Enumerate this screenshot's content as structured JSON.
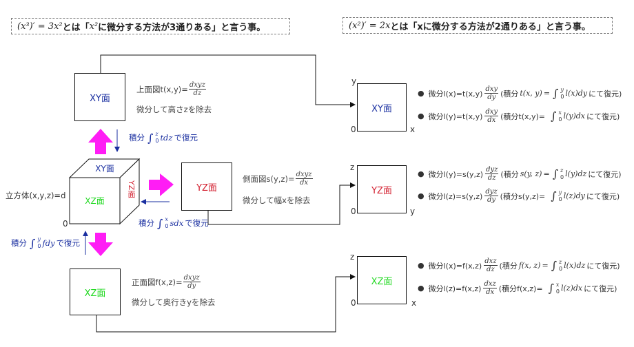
{
  "header_left": {
    "math": "(x³)′ = 3x²",
    "text_a": "とは「",
    "math2": "x²",
    "text_b": "に微分する方法が3通りある」と言う事。"
  },
  "header_right": {
    "math": "(x²)′ = 2x",
    "text": "とは「xに微分する方法が2通りある」と言う事。"
  },
  "cube": {
    "top_label": "XY面",
    "front_label": "XZ面",
    "side_label": "YZ面",
    "volume_label": "立方体(x,y,z)=d",
    "origin": "0"
  },
  "faces": {
    "xy": {
      "label": "XY面",
      "desc": "上面図t(x,y)=",
      "num": "dxyz",
      "den": "dz",
      "remove": "微分して高さzを除去"
    },
    "yz": {
      "label": "YZ面",
      "desc": "側面図s(y,z)=",
      "num": "dxyz",
      "den": "dx",
      "remove": "微分して幅xを除去"
    },
    "xz": {
      "label": "XZ面",
      "desc": "正面図f(x,z)=",
      "num": "dxyz",
      "den": "dy",
      "remove": "微分して奥行きyを除去"
    }
  },
  "integrals": {
    "xy": {
      "prefix": "積分",
      "upper": "z",
      "lower": "0",
      "body": "tdz",
      "suffix": "で復元"
    },
    "yz": {
      "prefix": "積分",
      "upper": "x",
      "lower": "0",
      "body": "sdx",
      "suffix": "で復元"
    },
    "xz": {
      "prefix": "積分",
      "upper": "y",
      "lower": "0",
      "body": "fdy",
      "suffix": "で復元"
    }
  },
  "right_panels": {
    "xy": {
      "label": "XY面",
      "axis_v": "y",
      "axis_h": "x",
      "origin": "0",
      "rows": [
        {
          "a": "微分l(x)=t(x,y)",
          "num": "dxy",
          "den": "dy",
          "b": "(積分",
          "c": "t(x, y)",
          "d": "=",
          "upper": "y",
          "lower": "0",
          "e": "l(x)dy",
          "f": "にて復元)"
        },
        {
          "a": "微分l(y)=t(x,y)",
          "num": "dxy",
          "den": "dx",
          "b": "(積分t(x,y)=",
          "c": "",
          "d": "",
          "upper": "x",
          "lower": "0",
          "e": "l(y)dx",
          "f": "にて復元)"
        }
      ]
    },
    "yz": {
      "label": "YZ面",
      "axis_v": "z",
      "axis_h": "y",
      "origin": "0",
      "rows": [
        {
          "a": "微分l(y)=s(y,z)",
          "num": "dyz",
          "den": "dz",
          "b": "(積分",
          "c": "s(y, z)",
          "d": "=",
          "upper": "z",
          "lower": "0",
          "e": "l(y)dz",
          "f": "にて復元)"
        },
        {
          "a": "微分l(z)=s(y,z)",
          "num": "dyz",
          "den": "dy",
          "b": "(積分s(y,z)=",
          "c": "",
          "d": "",
          "upper": "y",
          "lower": "0",
          "e": "l(z)dy",
          "f": "にて復元)"
        }
      ]
    },
    "xz": {
      "label": "XZ面",
      "axis_v": "z",
      "axis_h": "x",
      "origin": "0",
      "rows": [
        {
          "a": "微分l(x)=f(x,z)",
          "num": "dxz",
          "den": "dz",
          "b": "(積分",
          "c": "f(x, z)",
          "d": "=",
          "upper": "z",
          "lower": "0",
          "e": "l(x)dz",
          "f": "にて復元)"
        },
        {
          "a": "微分l(z)=f(x,z)",
          "num": "dxz",
          "den": "dx",
          "b": "(積分f(x,z)=",
          "c": "",
          "d": "",
          "upper": "x",
          "lower": "0",
          "e": "l(z)dx",
          "f": "にて復元)"
        }
      ]
    }
  },
  "colors": {
    "xy": "#1a2fa0",
    "yz": "#d21c2c",
    "xz": "#1fd81f",
    "arrow": "#ff1df5",
    "integral_text": "#1a2fa0"
  }
}
